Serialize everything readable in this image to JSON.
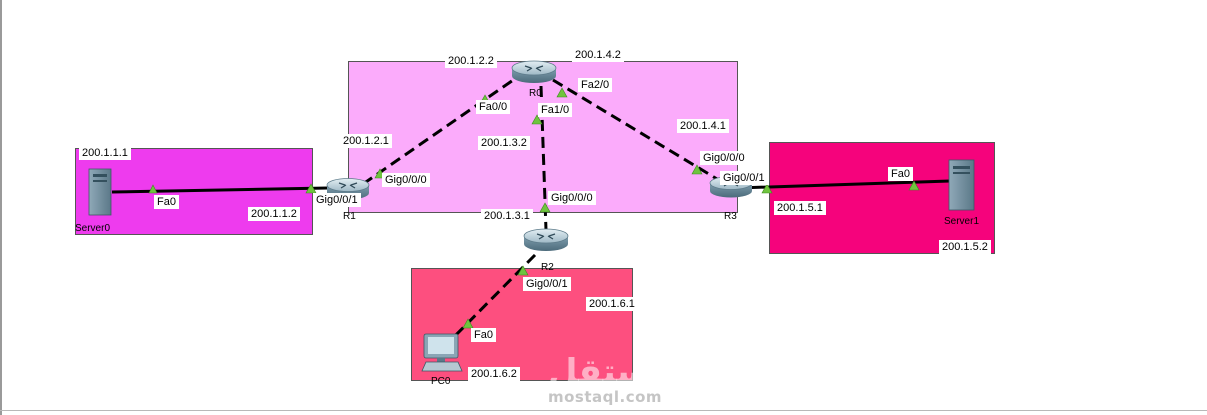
{
  "areas": [
    {
      "id": "r0-area",
      "color": "#fbabfb"
    },
    {
      "id": "server0-area",
      "color": "#ee3bee"
    },
    {
      "id": "server1-area",
      "color": "#f5037c"
    },
    {
      "id": "pc0-area",
      "color": "#fd4f7f"
    }
  ],
  "devices": {
    "r0": "R0",
    "r1": "R1",
    "r2": "R2",
    "r3": "R3",
    "server0": "Server0",
    "server1": "Server1",
    "pc0": "PC0"
  },
  "labels": {
    "server0_net": "200.1.1.1",
    "server0_fa0": "Fa0",
    "r1_ip_server": "200.1.1.2",
    "r1_gig001": "Gig0/0/1",
    "r1_gig000": "Gig0/0/0",
    "r1_ip_r0": "200.1.2.1",
    "r0_ip_r1": "200.1.2.2",
    "r0_fa00": "Fa0/0",
    "r0_fa10": "Fa1/0",
    "r0_fa20": "Fa2/0",
    "r0_ip_r3": "200.1.4.2",
    "r0_ip_r2": "200.1.3.2",
    "r2_gig000": "Gig0/0/0",
    "r2_ip_r0": "200.1.3.1",
    "r2_gig001": "Gig0/0/1",
    "r2_ip_pc": "200.1.6.1",
    "pc0_fa0": "Fa0",
    "pc0_ip": "200.1.6.2",
    "r3_ip_r0": "200.1.4.1",
    "r3_gig000": "Gig0/0/0",
    "r3_gig001": "Gig0/0/1",
    "r3_ip_server": "200.1.5.1",
    "server1_fa0": "Fa0",
    "server1_ip": "200.1.5.2"
  },
  "links": [
    {
      "from": "server0",
      "to": "r1",
      "style": "solid"
    },
    {
      "from": "r1",
      "to": "r0",
      "style": "dashed"
    },
    {
      "from": "r0",
      "to": "r2",
      "style": "dashed"
    },
    {
      "from": "r0",
      "to": "r3",
      "style": "dashed"
    },
    {
      "from": "r2",
      "to": "pc0",
      "style": "dashed"
    },
    {
      "from": "r3",
      "to": "server1",
      "style": "solid"
    }
  ],
  "watermark": {
    "arabic": "مستقل",
    "latin": "mostaql.com"
  }
}
